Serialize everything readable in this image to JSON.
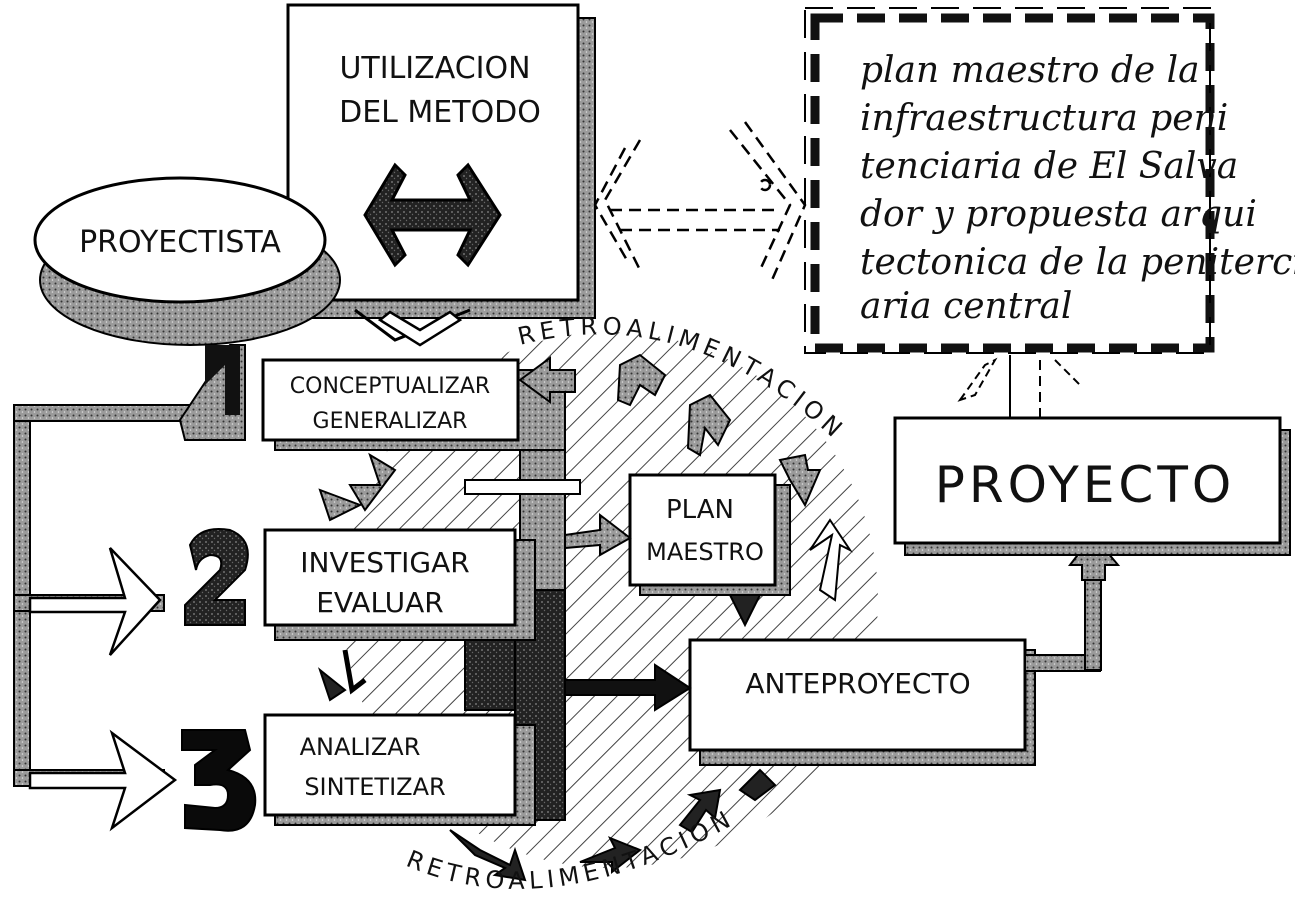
{
  "boxes": {
    "method_line1": "UTILIZACION",
    "method_line2": "DEL METODO",
    "proyectista": "PROYECTISTA",
    "conceptualizar_line1": "CONCEPTUALIZAR",
    "conceptualizar_line2": "GENERALIZAR",
    "investigar_line1": "INVESTIGAR",
    "investigar_line2": "EVALUAR",
    "analizar_line1": "ANALIZAR",
    "analizar_line2": "SINTETIZAR",
    "plan_line1": "PLAN",
    "plan_line2": "MAESTRO",
    "anteproyecto": "ANTEPROYECTO",
    "proyecto": "PROYECTO"
  },
  "numbers": {
    "one": "1",
    "two": "2",
    "three": "3"
  },
  "feedback": {
    "top": "RETROALIMENTACION",
    "bottom": "RETROALIMENTACION"
  },
  "note": {
    "line1": "plan maestro de la",
    "line2": "infraestructura peni",
    "line3": "tenciaria de El Salva",
    "line4": "dor y propuesta arqui",
    "line5": "tectonica de la peniterci",
    "line6": "aria central"
  }
}
